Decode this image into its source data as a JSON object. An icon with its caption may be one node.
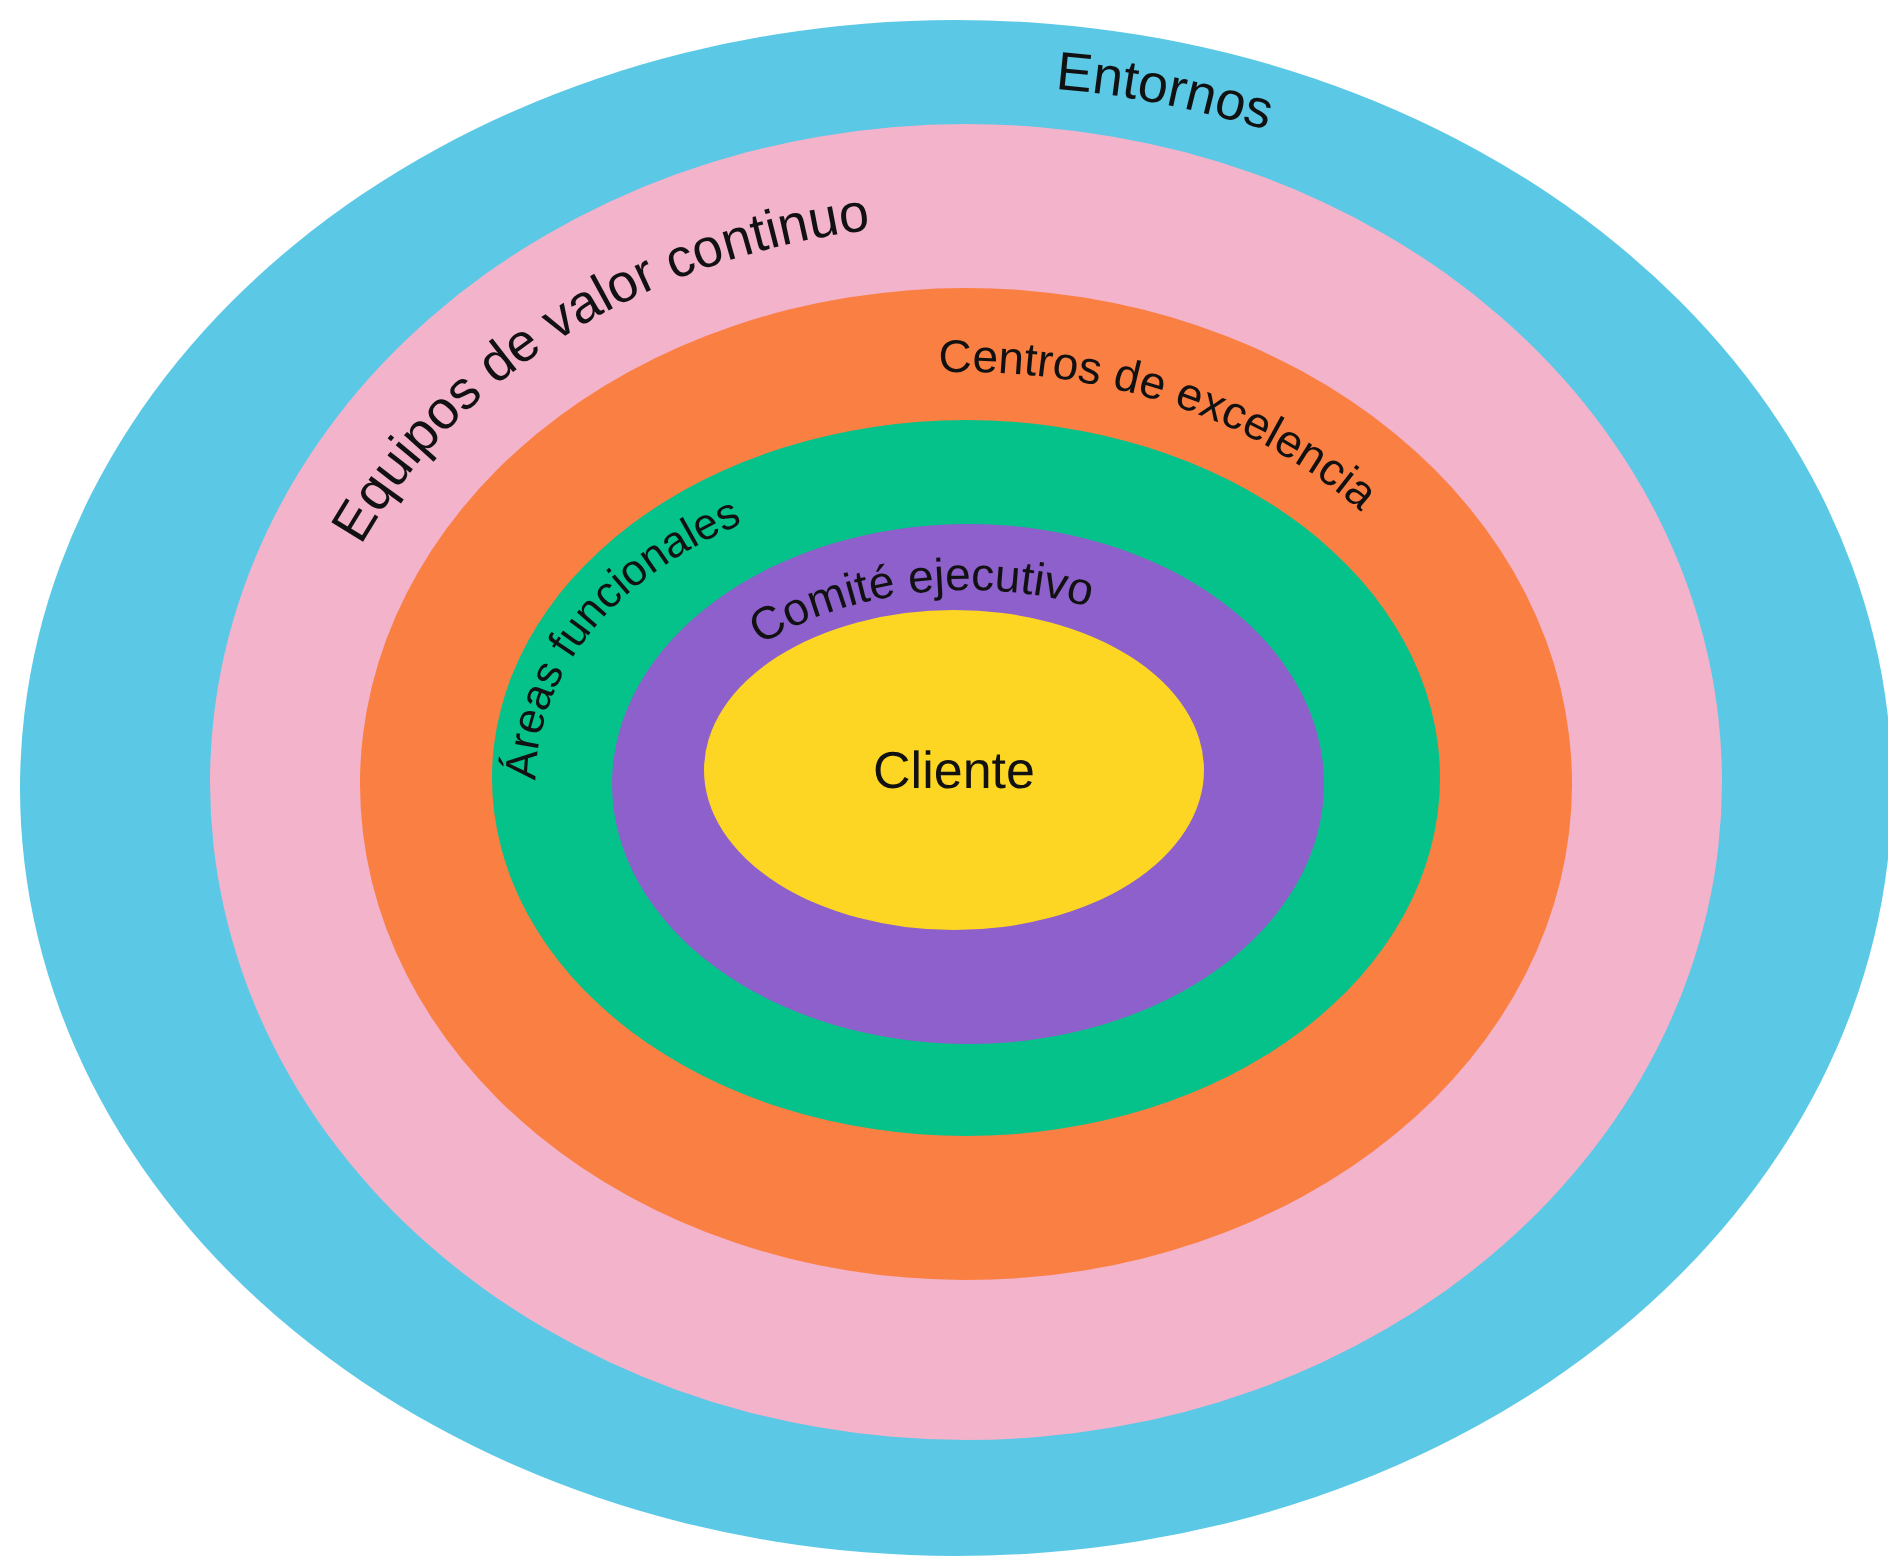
{
  "diagram": {
    "nodes": [
      {
        "text": [
          "Entornos"
        ]
      },
      {
        "text": [
          "Equipos de valor continuo"
        ],
        "in": 0
      },
      {
        "text": [
          "Centros de excelencia"
        ],
        "in": 1
      },
      {
        "text": [
          "Áreas funcionales"
        ],
        "in": 2
      },
      {
        "text": [
          "Comité ejecutivo"
        ],
        "in": 3
      },
      {
        "text": [
          "Cliente"
        ],
        "in": 4
      }
    ]
  }
}
